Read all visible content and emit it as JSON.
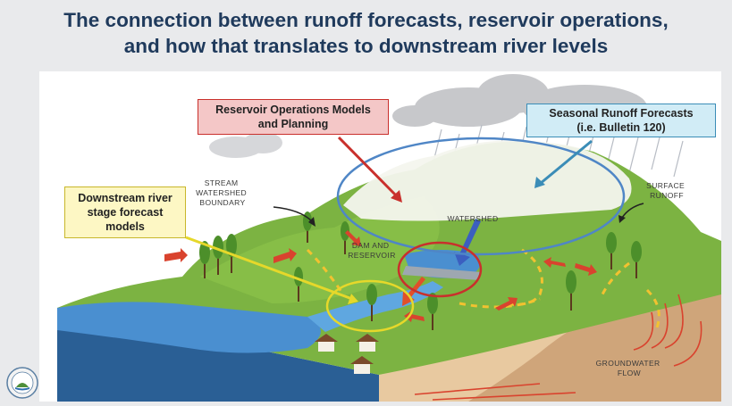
{
  "title": {
    "line1": "The connection between runoff forecasts, reservoir operations,",
    "line2": "and how that translates to downstream river levels"
  },
  "callouts": {
    "reservoir": {
      "line1": "Reservoir Operations Models",
      "line2": "and Planning",
      "color": "#c9302c"
    },
    "runoff": {
      "line1": "Seasonal Runoff Forecasts",
      "line2": "(i.e. Bulletin 120)",
      "color": "#3b8db7"
    },
    "downstream": {
      "line1": "Downstream river",
      "line2": "stage forecast",
      "line3": "models",
      "color": "#e6d82a"
    }
  },
  "labels": {
    "stream_watershed_boundary": [
      "STREAM",
      "WATERSHED",
      "BOUNDARY"
    ],
    "surface_runoff": [
      "SURFACE",
      "RUNOFF"
    ],
    "watershed": "WATERSHED",
    "dam_reservoir": [
      "DAM AND",
      "RESERVOIR"
    ],
    "groundwater_flow": [
      "GROUNDWATER",
      "FLOW"
    ]
  },
  "colors": {
    "title": "#1f3a5c",
    "water": "#2e6fb0",
    "land": "#7cb342",
    "flow_arrows": "#d9432e",
    "surface_runoff_dashes": "#f2c230"
  }
}
